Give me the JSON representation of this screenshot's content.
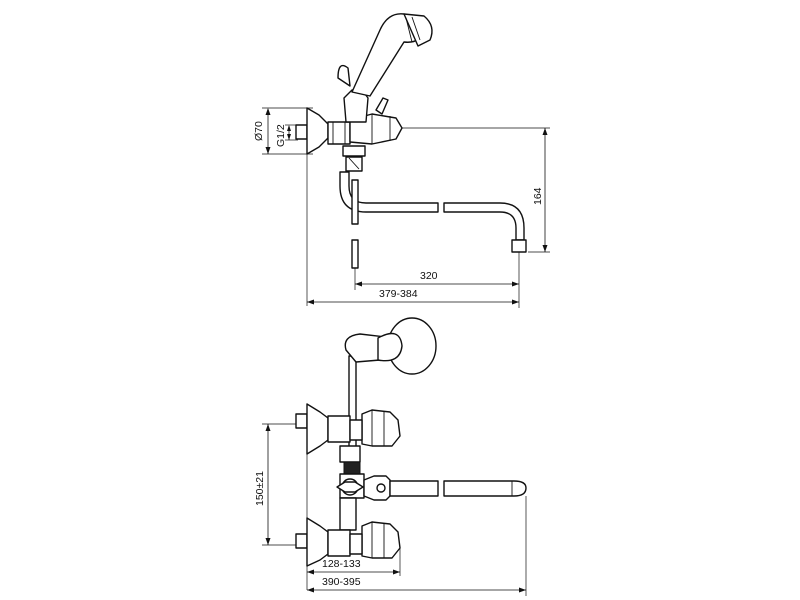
{
  "dimensions": {
    "diameter": "Ø70",
    "thread": "G1/2",
    "height": "164",
    "reach": "320",
    "total_length": "379-384",
    "center_distance": "150±21",
    "projection": "128-133",
    "total_width": "390-395"
  }
}
